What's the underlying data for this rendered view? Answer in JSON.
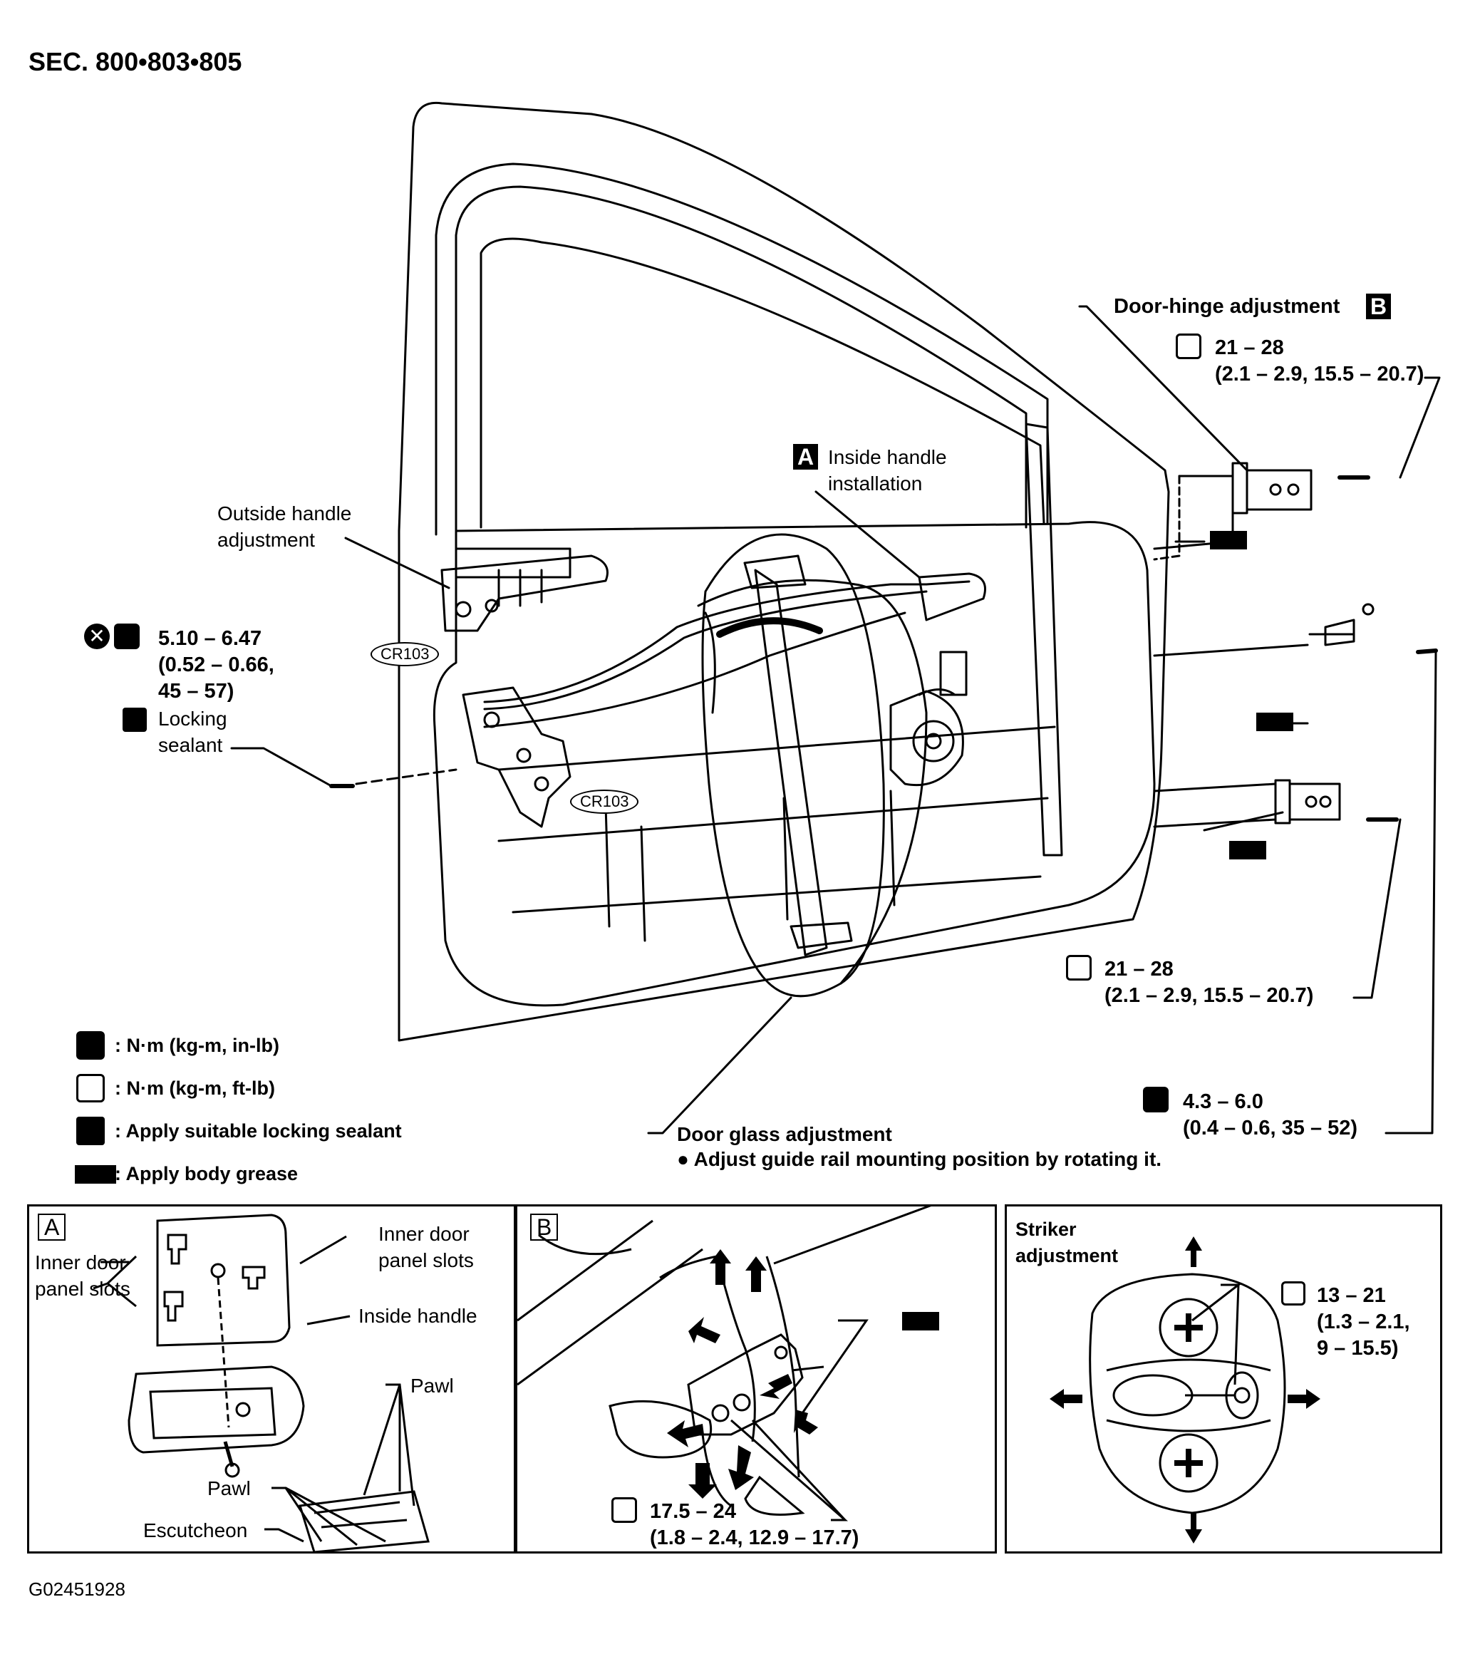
{
  "section": "SEC. 800•803•805",
  "figure_id": "G02451928",
  "callouts": {
    "outside_handle": "Outside handle\nadjustment",
    "inside_handle_letter": "A",
    "inside_handle": "Inside handle\ninstallation",
    "door_hinge": "Door-hinge  adjustment",
    "door_hinge_letter": "B",
    "hinge_torque_top": "21 – 28\n(2.1 – 2.9, 15.5 – 20.7)",
    "hinge_torque_bottom": "21 – 28\n(2.1 – 2.9, 15.5 – 20.7)",
    "lock_torque": "5.10 – 6.47\n(0.52 – 0.66,\n45 – 57)",
    "locking_sealant": "Locking\nsealant",
    "striker_torque": "4.3 – 6.0\n(0.4 – 0.6, 35 – 52)",
    "door_glass": "Door glass adjustment",
    "door_glass_note": "● Adjust guide rail mounting position by rotating it.",
    "connector_1": "CR103",
    "connector_2": "CR103"
  },
  "legend": [
    {
      "icon": "torque-wrench-inlb-icon",
      "text": ": N·m (kg-m, in-lb)"
    },
    {
      "icon": "torque-wrench-ftlb-icon",
      "text": ": N·m (kg-m, ft-lb)"
    },
    {
      "icon": "locking-sealant-icon",
      "text": ": Apply suitable locking sealant"
    },
    {
      "icon": "body-grease-icon",
      "text": ": Apply body grease"
    }
  ],
  "panel_a": {
    "letter": "A",
    "inner_door_left": "Inner door\npanel slots",
    "inner_door_right": "Inner door\npanel slots",
    "inside_handle": "Inside handle",
    "pawl_right": "Pawl",
    "pawl_left": "Pawl",
    "escutcheon": "Escutcheon"
  },
  "panel_b": {
    "letter": "B",
    "torque": "17.5 – 24\n(1.8 – 2.4, 12.9 – 17.7)"
  },
  "panel_striker": {
    "title": "Striker\nadjustment",
    "torque": "13 – 21\n(1.3 – 2.1,\n9 – 15.5)"
  }
}
